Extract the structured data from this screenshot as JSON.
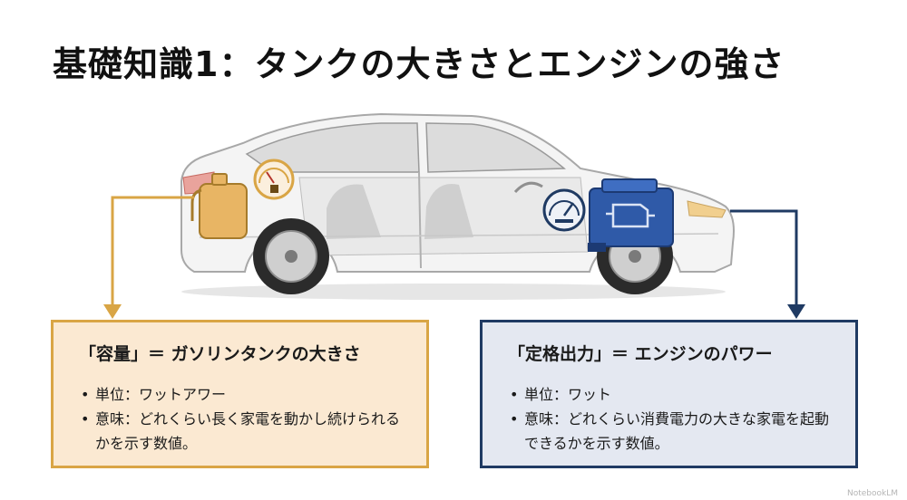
{
  "title": "基礎知識1：タンクの大きさとエンジンの強さ",
  "left_box": {
    "title": "「容量」＝ ガソリンタンクの大きさ",
    "bullets": [
      {
        "marker": "•",
        "text": "単位：ワットアワー"
      },
      {
        "marker": "•",
        "text": "意味：どれくらい長く家電を動かし続けられるかを示す数値。"
      }
    ]
  },
  "right_box": {
    "title": "「定格出力」＝ エンジンのパワー",
    "bullets": [
      {
        "marker": "•",
        "text": "単位：ワット"
      },
      {
        "marker": "•",
        "text": "意味：どれくらい消費電力の大きな家電を起動できるかを示す数値。"
      }
    ]
  },
  "watermark": "NotebookLM",
  "colors": {
    "capacity_accent": "#d9a545",
    "capacity_fill": "#fbe9d2",
    "power_accent": "#1f3a63",
    "power_fill": "#e4e8f1",
    "engine_blue": "#2f5aa8"
  },
  "icons": [
    "car-illustration",
    "fuel-tank-icon",
    "fuel-gauge-icon",
    "speedometer-icon",
    "engine-icon"
  ]
}
